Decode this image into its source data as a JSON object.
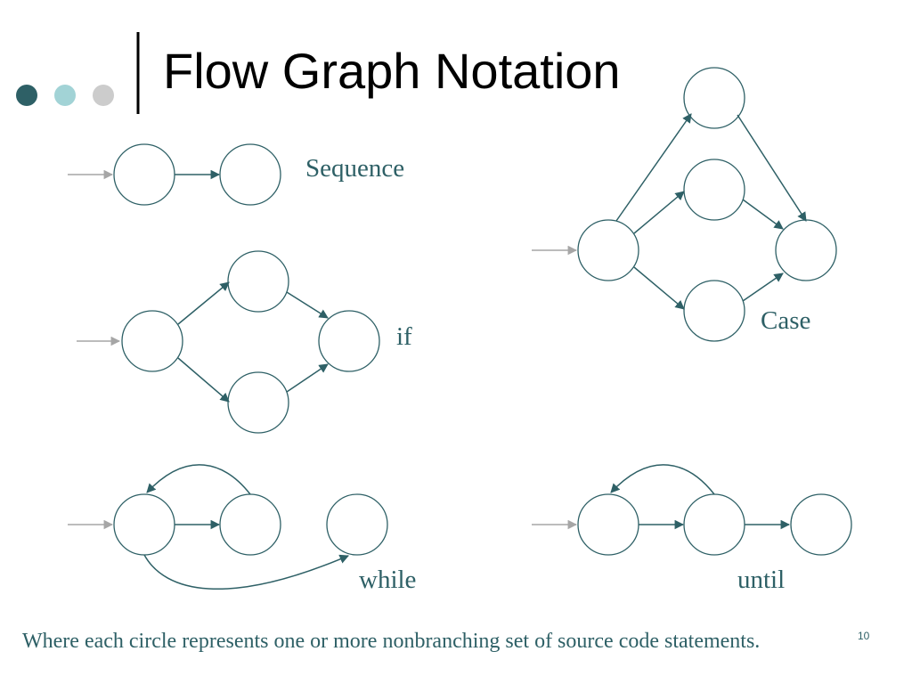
{
  "slide": {
    "title": "Flow Graph Notation",
    "page_number": "10",
    "footer": "Where each circle represents one or more nonbranching set of source code statements.",
    "accent_colors": {
      "dark": "#2e6066",
      "light": "#a2d3d6",
      "grey": "#cccccc"
    }
  },
  "diagrams": {
    "sequence": {
      "label": "Sequence"
    },
    "if": {
      "label": "if"
    },
    "case": {
      "label": "Case"
    },
    "while": {
      "label": "while"
    },
    "until": {
      "label": "until"
    }
  }
}
